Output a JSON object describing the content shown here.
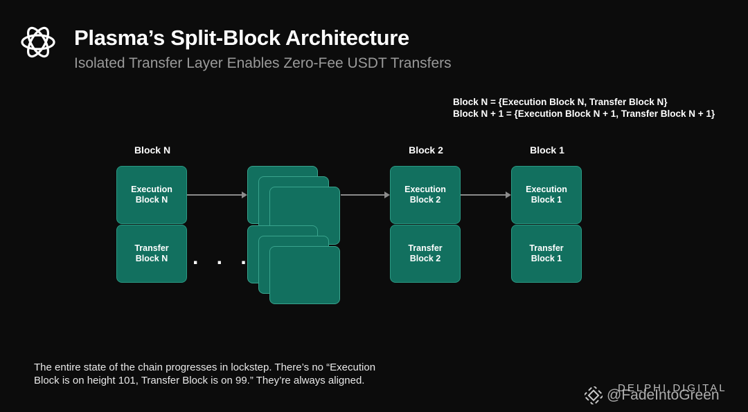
{
  "header": {
    "title": "Plasma’s Split-Block Architecture",
    "subtitle": "Isolated Transfer Layer Enables Zero-Fee USDT Transfers",
    "logo_icon": "plasma-logo-icon"
  },
  "formula": {
    "line1": "Block N = {Execution Block N, Transfer Block N}",
    "line2": "Block N + 1 = {Execution Block N + 1, Transfer Block N + 1}"
  },
  "columns": [
    {
      "label": "Block N",
      "execution": "Execution\nBlock N",
      "transfer": "Transfer\nBlock N"
    },
    {
      "label": "Block 2",
      "execution": "Execution\nBlock 2",
      "transfer": "Transfer\nBlock 2"
    },
    {
      "label": "Block 1",
      "execution": "Execution\nBlock 1",
      "transfer": "Transfer\nBlock 1"
    }
  ],
  "ellipsis": ". . . .",
  "footnote": {
    "line1": "The entire state of the chain progresses in lockstep. There’s no “Execution",
    "line2": "Block is on height 101, Transfer Block is on 99.” They’re always aligned."
  },
  "brand": "DELPHI DIGITAL",
  "watermark": "@FadeIntoGreen",
  "colors": {
    "background": "#0c0c0c",
    "block_fill": "#12705f",
    "block_border": "#2a9a84",
    "arrow": "#8c8c8c",
    "subtitle": "#9a9a9a"
  }
}
